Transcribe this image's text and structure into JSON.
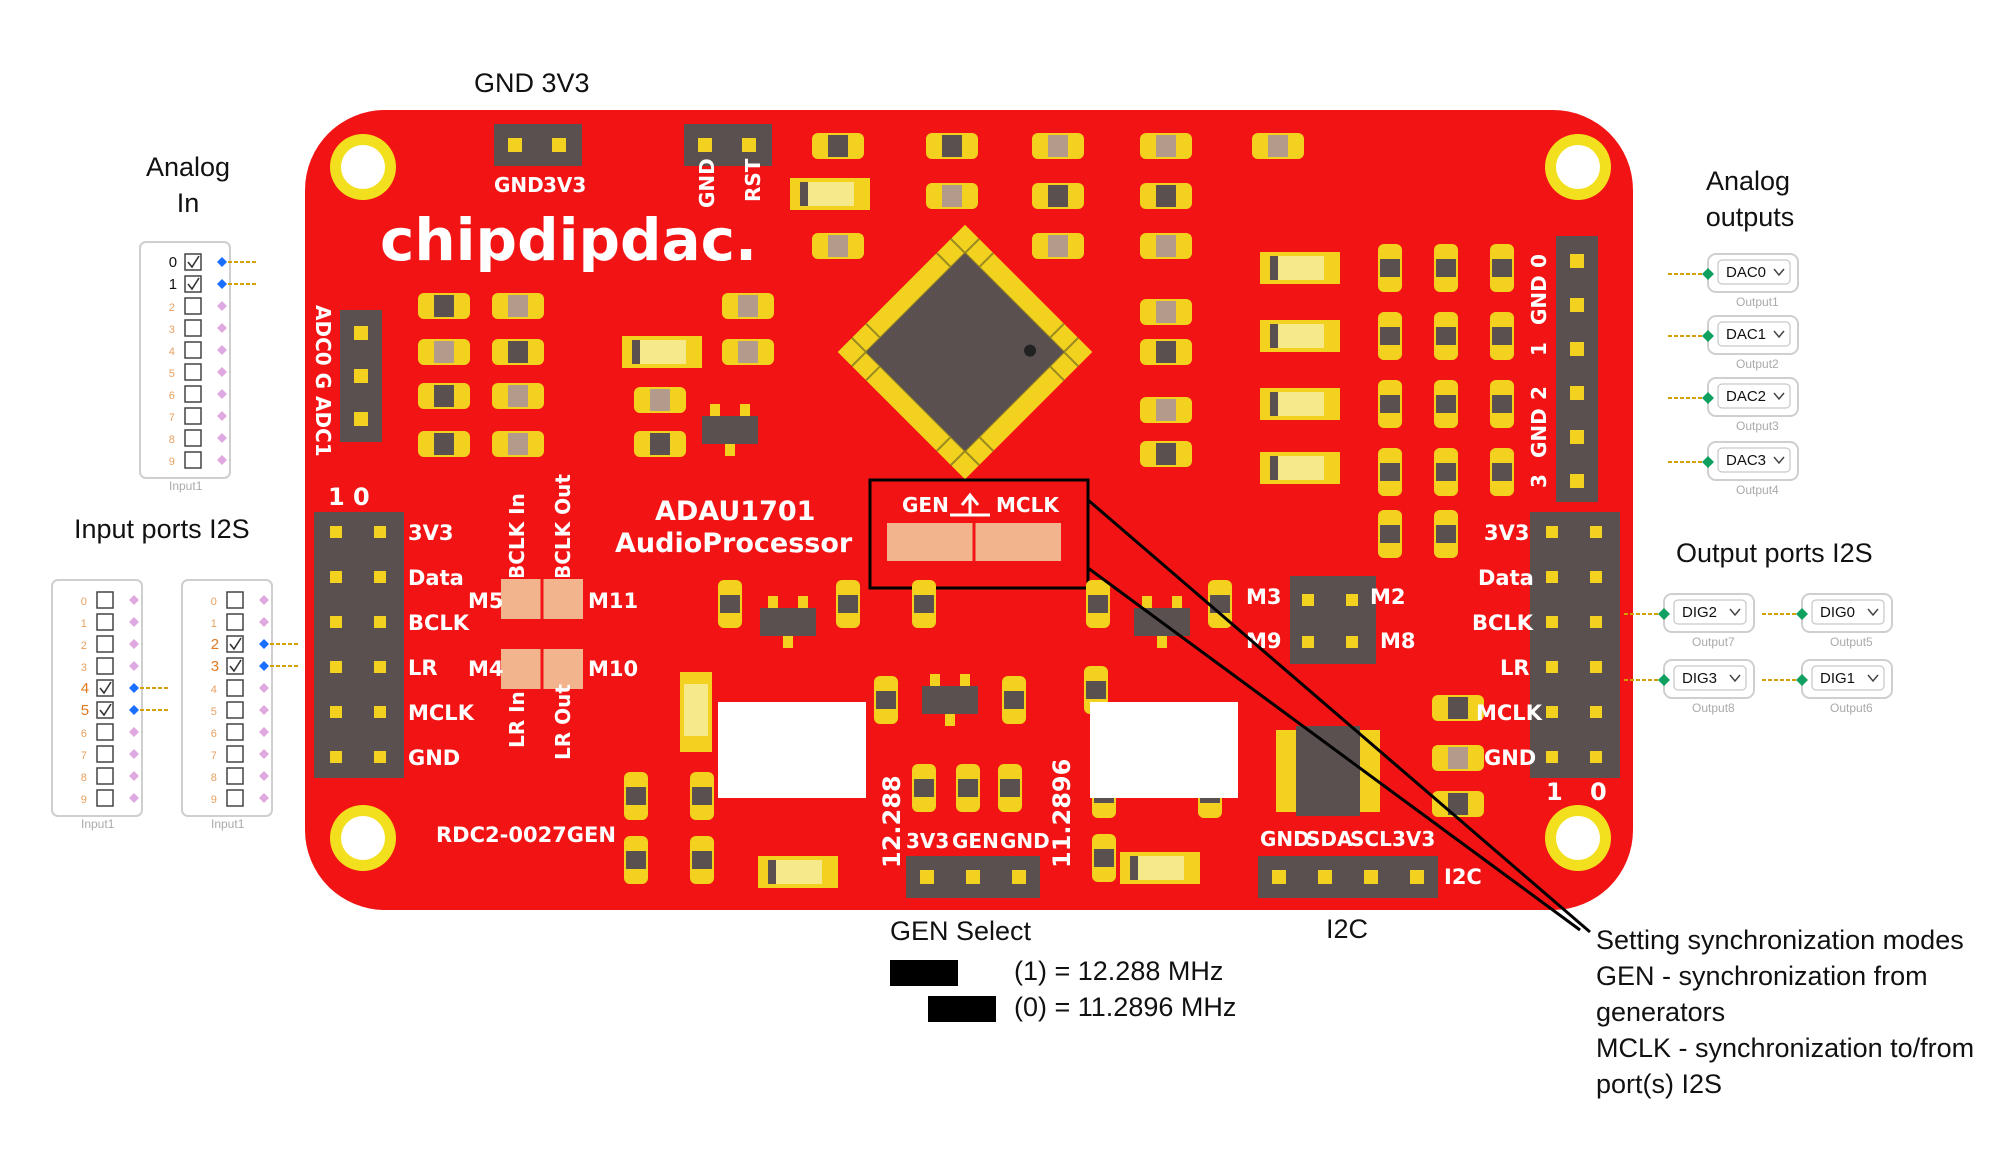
{
  "labels": {
    "gnd_3v3": "GND 3V3",
    "analog_in_1": "Analog",
    "analog_in_2": "In",
    "input_ports_i2s": "Input ports I2S",
    "analog_outputs_1": "Analog",
    "analog_outputs_2": "outputs",
    "output_ports_i2s": "Output ports I2S",
    "gen_select": "GEN Select",
    "i2c": "I2C"
  },
  "gen_select_options": [
    "(1) = 12.288 MHz",
    "(0) = 11.2896 MHz"
  ],
  "annotation": [
    "Setting synchronization modes",
    "GEN - synchronization from",
    "generators",
    "MCLK - synchronization to/from",
    "port(s) I2S"
  ],
  "board": {
    "logo": "chipdipdac.",
    "chip_name": "ADAU1701",
    "chip_sub": "AudioProcessor",
    "part_no": "RDC2-0027GEN",
    "top_pins_a": [
      "GND",
      "3V3"
    ],
    "top_pins_b": [
      "GND",
      "RST"
    ],
    "adc_header": "ADC0 G ADC1",
    "left_header_cols": "1  0",
    "left_header_rows": [
      "3V3",
      "Data",
      "BCLK",
      "LR",
      "MCLK",
      "GND"
    ],
    "right_header_rows": [
      "3V3",
      "Data",
      "BCLK",
      "LR",
      "MCLK",
      "GND"
    ],
    "right_header_cols": [
      "1",
      "0"
    ],
    "dac_header": [
      "0",
      "GND",
      "1",
      "2",
      "GND",
      "3"
    ],
    "bclk_in": "BCLK In",
    "bclk_out": "BCLK Out",
    "lr_in": "LR In",
    "lr_out": "LR Out",
    "m5": "M5",
    "m11": "M11",
    "m4": "M4",
    "m10": "M10",
    "m3": "M3",
    "m2": "M2",
    "m9": "M9",
    "m8": "M8",
    "gen": "GEN",
    "mclk": "MCLK",
    "f1": "12.288",
    "f2": "11.2896",
    "gen_pins": [
      "3V3",
      "GEN",
      "GND"
    ],
    "i2c_pins": [
      "GND",
      "SDA",
      "SCL",
      "3V3"
    ],
    "i2c_label": "I2C"
  },
  "widgets": {
    "analog_in": {
      "caption": "Input1",
      "rows": [
        "0",
        "1",
        "2",
        "3",
        "4",
        "5",
        "6",
        "7",
        "8",
        "9"
      ],
      "checked": [
        true,
        true,
        false,
        false,
        false,
        false,
        false,
        false,
        false,
        false
      ]
    },
    "i2s_in_a": {
      "caption": "Input1",
      "rows": [
        "0",
        "1",
        "2",
        "3",
        "4",
        "5",
        "6",
        "7",
        "8",
        "9"
      ],
      "checked": [
        false,
        false,
        false,
        false,
        true,
        true,
        false,
        false,
        false,
        false
      ]
    },
    "i2s_in_b": {
      "caption": "Input1",
      "rows": [
        "0",
        "1",
        "2",
        "3",
        "4",
        "5",
        "6",
        "7",
        "8",
        "9"
      ],
      "checked": [
        false,
        false,
        true,
        true,
        false,
        false,
        false,
        false,
        false,
        false
      ]
    },
    "dac_outputs": [
      {
        "name": "DAC0",
        "caption": "Output1"
      },
      {
        "name": "DAC1",
        "caption": "Output2"
      },
      {
        "name": "DAC2",
        "caption": "Output3"
      },
      {
        "name": "DAC3",
        "caption": "Output4"
      }
    ],
    "dig_outputs": [
      {
        "name": "DIG2",
        "caption": "Output7"
      },
      {
        "name": "DIG0",
        "caption": "Output5"
      },
      {
        "name": "DIG3",
        "caption": "Output8"
      },
      {
        "name": "DIG1",
        "caption": "Output6"
      }
    ]
  },
  "colors": {
    "board": "#f21414",
    "pad": "#f2d21e",
    "jumper": "#f2b48c",
    "header": "#5a5050",
    "silk": "#ffffff"
  }
}
